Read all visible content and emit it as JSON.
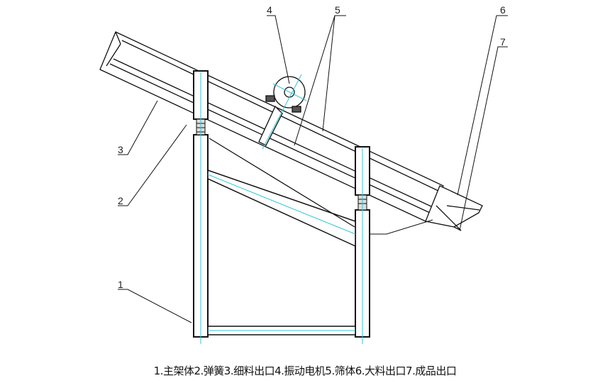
{
  "labels": {
    "n1": "1",
    "n2": "2",
    "n3": "3",
    "n4": "4",
    "n5": "5",
    "n6": "6",
    "n7": "7"
  },
  "caption": "1.主架体2.弹簧3.细料出口4.振动电机5.筛体6.大料出口7.成品出口",
  "colors": {
    "line": "#111111",
    "centerline": "#33c6d6"
  }
}
